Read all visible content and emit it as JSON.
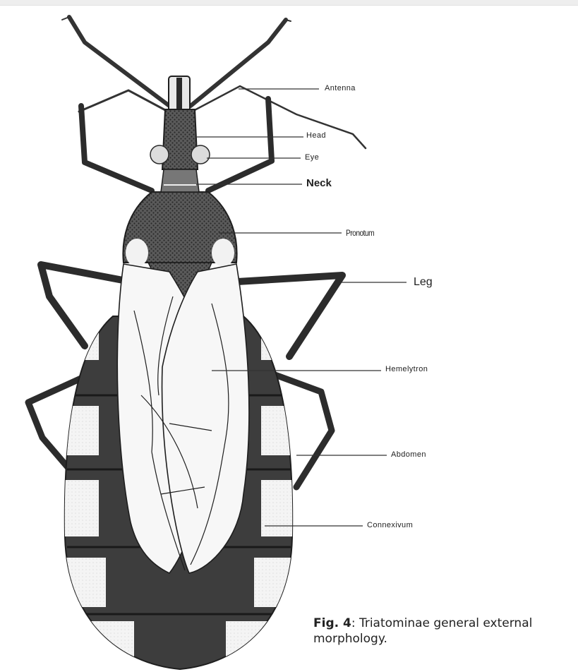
{
  "figure": {
    "labels": {
      "antenna": "Antenna",
      "head": "Head",
      "eye": "Eye",
      "neck": "Neck",
      "pronotum": "Pronotum",
      "leg": "Leg",
      "hemelytron": "Hemelytron",
      "abdomen": "Abdomen",
      "connexivum": "Connexivum"
    },
    "caption": {
      "prefix": "Fig. 4",
      "text": ": Triatominae general external morphology."
    }
  },
  "colors": {
    "ink": "#1e1e1e",
    "dark_shade": "#3a3a3a",
    "mid_shade": "#6a6a6a",
    "light_fill": "#f2f2f2",
    "paper": "#ffffff"
  }
}
